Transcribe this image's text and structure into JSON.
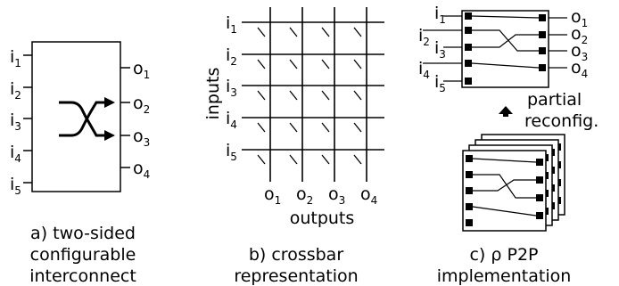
{
  "panel_a": {
    "inputs": [
      {
        "base": "i",
        "sub": "1"
      },
      {
        "base": "i",
        "sub": "2"
      },
      {
        "base": "i",
        "sub": "3"
      },
      {
        "base": "i",
        "sub": "4"
      },
      {
        "base": "i",
        "sub": "5"
      }
    ],
    "outputs": [
      {
        "base": "o",
        "sub": "1"
      },
      {
        "base": "o",
        "sub": "2"
      },
      {
        "base": "o",
        "sub": "3"
      },
      {
        "base": "o",
        "sub": "4"
      }
    ],
    "caption": [
      "a) two-sided",
      "configurable",
      "interconnect"
    ]
  },
  "panel_b": {
    "inputs": [
      {
        "base": "i",
        "sub": "1"
      },
      {
        "base": "i",
        "sub": "2"
      },
      {
        "base": "i",
        "sub": "3"
      },
      {
        "base": "i",
        "sub": "4"
      },
      {
        "base": "i",
        "sub": "5"
      }
    ],
    "outputs": [
      {
        "base": "o",
        "sub": "1"
      },
      {
        "base": "o",
        "sub": "2"
      },
      {
        "base": "o",
        "sub": "3"
      },
      {
        "base": "o",
        "sub": "4"
      }
    ],
    "inputs_label": "inputs",
    "outputs_label": "outputs",
    "caption": [
      "b) crossbar",
      "representation"
    ]
  },
  "panel_c": {
    "inputs": [
      {
        "base": "i",
        "sub": "1"
      },
      {
        "base": "i",
        "sub": "2"
      },
      {
        "base": "i",
        "sub": "3"
      },
      {
        "base": "i",
        "sub": "4"
      },
      {
        "base": "i",
        "sub": "5"
      }
    ],
    "outputs": [
      {
        "base": "o",
        "sub": "1"
      },
      {
        "base": "o",
        "sub": "2"
      },
      {
        "base": "o",
        "sub": "3"
      },
      {
        "base": "o",
        "sub": "4"
      }
    ],
    "reconfig_label": [
      "partial",
      "reconfig."
    ],
    "caption": [
      "c) ρ P2P",
      "implementation"
    ]
  }
}
